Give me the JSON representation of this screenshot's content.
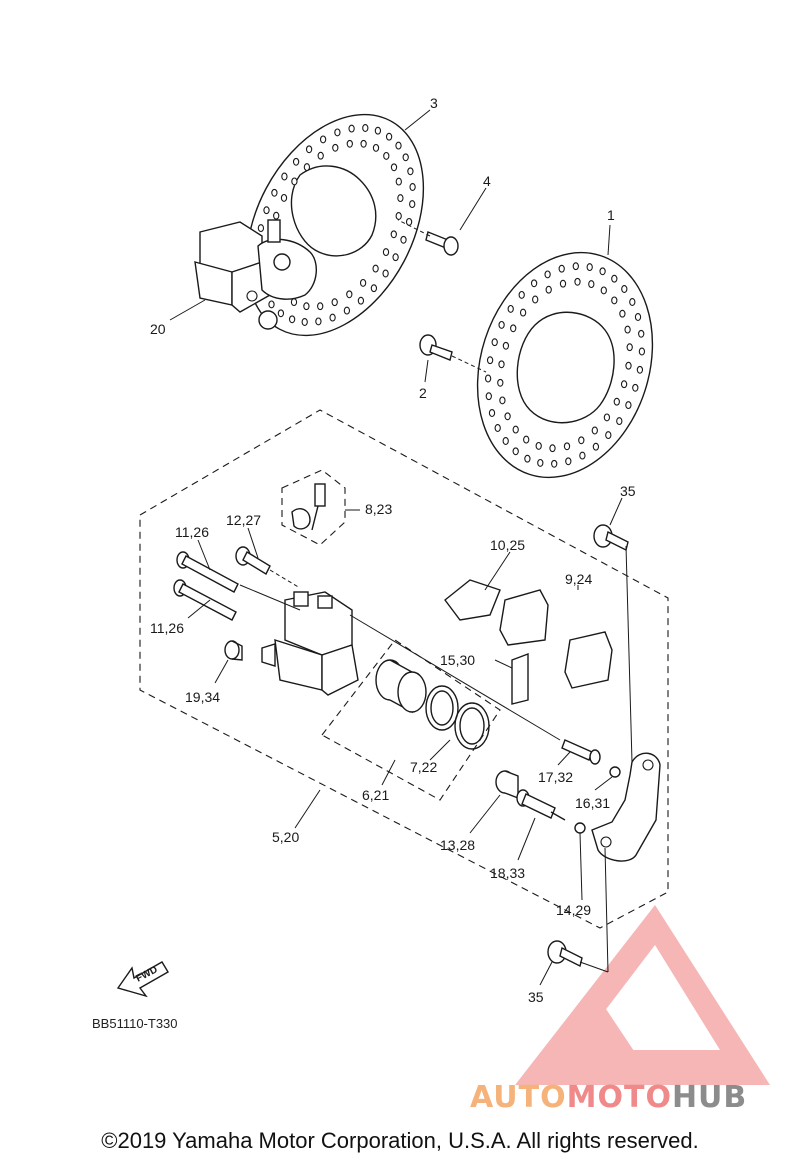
{
  "labels": {
    "l3": "3",
    "l4": "4",
    "l1": "1",
    "l20": "20",
    "l2": "2",
    "l823": "8,23",
    "l35a": "35",
    "l1126a": "11,26",
    "l1227": "12,27",
    "l1025": "10,25",
    "l924": "9,24",
    "l1126b": "11,26",
    "l1530": "15,30",
    "l1934": "19,34",
    "l722": "7,22",
    "l1732": "17,32",
    "l621": "6,21",
    "l1631": "16,31",
    "l520": "5,20",
    "l1328": "13,28",
    "l1833": "18,33",
    "l1429": "14,29",
    "l35b": "35"
  },
  "fwd_label": "FWD",
  "diagram_code": "BB51110-T330",
  "watermark": {
    "part1": "AUTO",
    "part2": "MOTO",
    "part3": "HUB"
  },
  "copyright": "©2019 Yamaha Motor Corporation, U.S.A. All rights reserved.",
  "colors": {
    "watermark_red": "#f08a8a",
    "watermark_orange": "#f5b27a",
    "watermark_gray": "#8c8c8c"
  }
}
